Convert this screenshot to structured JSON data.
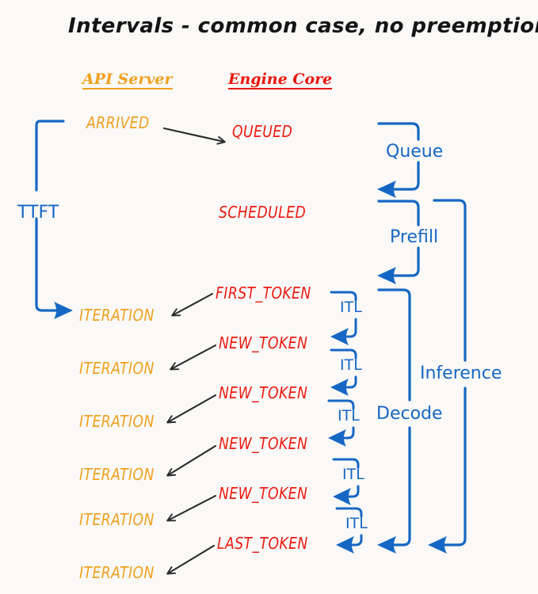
{
  "title": "Intervals - common case, no preemptions",
  "colors": {
    "background": "#faf9f7",
    "api_orange": "#F0A01E",
    "engine_red": "#EE1A11",
    "measure_blue": "#1667C4",
    "arrow_black": "#2b2b2b",
    "title_black": "#141414"
  },
  "columns": [
    {
      "id": "api-server",
      "label": "API Server",
      "color": "#F0A01E"
    },
    {
      "id": "engine-core",
      "label": "Engine Core",
      "color": "#E8160C"
    }
  ],
  "api_events": [
    {
      "id": "arrived",
      "label": "ARRIVED"
    },
    {
      "id": "iteration-1",
      "label": "ITERATION"
    },
    {
      "id": "iteration-2",
      "label": "ITERATION"
    },
    {
      "id": "iteration-3",
      "label": "ITERATION"
    },
    {
      "id": "iteration-4",
      "label": "ITERATION"
    },
    {
      "id": "iteration-5",
      "label": "ITERATION"
    },
    {
      "id": "iteration-6",
      "label": "ITERATION"
    }
  ],
  "engine_events": [
    {
      "id": "queued",
      "label": "QUEUED"
    },
    {
      "id": "scheduled",
      "label": "SCHEDULED"
    },
    {
      "id": "first-token",
      "label": "FIRST_TOKEN"
    },
    {
      "id": "new-token-1",
      "label": "NEW_TOKEN"
    },
    {
      "id": "new-token-2",
      "label": "NEW_TOKEN"
    },
    {
      "id": "new-token-3",
      "label": "NEW_TOKEN"
    },
    {
      "id": "new-token-4",
      "label": "NEW_TOKEN"
    },
    {
      "id": "last-token",
      "label": "LAST_TOKEN"
    }
  ],
  "measurements": [
    {
      "id": "ttft",
      "label": "TTFT"
    },
    {
      "id": "queue",
      "label": "Queue"
    },
    {
      "id": "prefill",
      "label": "Prefill"
    },
    {
      "id": "decode",
      "label": "Decode"
    },
    {
      "id": "inference",
      "label": "Inference"
    },
    {
      "id": "itl-1",
      "label": "ITL"
    },
    {
      "id": "itl-2",
      "label": "ITL"
    },
    {
      "id": "itl-3",
      "label": "ITL"
    },
    {
      "id": "itl-4",
      "label": "ITL"
    },
    {
      "id": "itl-5",
      "label": "ITL"
    }
  ]
}
